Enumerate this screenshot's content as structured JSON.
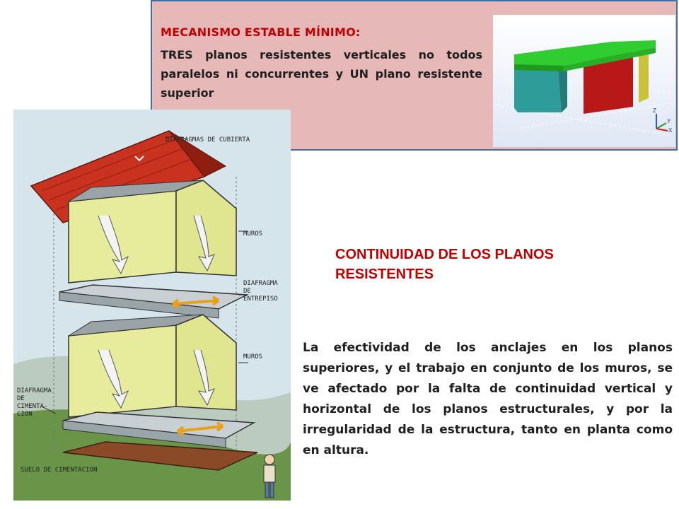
{
  "top_box": {
    "title": "MECANISMO ESTABLE MÍNIMO:",
    "text": "TRES planos resistentes verticales no todos paralelos ni concurrentes y UN plano resistente superior"
  },
  "model_axes": {
    "z": "Z",
    "y": "Y",
    "x": "X"
  },
  "figure": {
    "label_roof": "DIAFRAGMAS DE CUBIERTA",
    "label_walls_1": "MUROS",
    "label_floor_1": "DIAFRAGMA",
    "label_floor_2": "DE",
    "label_floor_3": "ENTREPISO",
    "label_walls_2": "MUROS",
    "label_found_1": "DIAFRAGMA",
    "label_found_2": "DE",
    "label_found_3": "CIMENTA-",
    "label_found_4": "CION",
    "label_soil": "SUELO DE CIMENTACION"
  },
  "section": {
    "heading": "CONTINUIDAD DE LOS PLANOS RESISTENTES"
  },
  "body": {
    "text": "La efectividad de los anclajes en los planos superiores, y el trabajo en conjunto de los muros, se ve afectado por la falta de continuidad vertical y horizontal de los planos estructurales, y por la irregularidad de la estructura, tanto en planta como en altura."
  },
  "colors": {
    "accent": "#c00000",
    "box_bg": "#e6b8b8",
    "box_border": "#3f6fa6"
  }
}
